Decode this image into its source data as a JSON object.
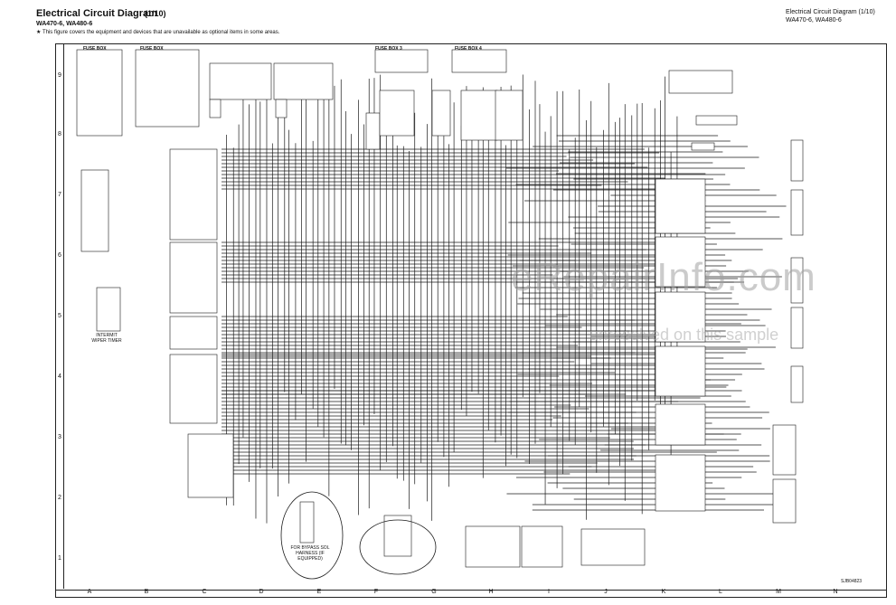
{
  "header": {
    "title": "Electrical Circuit Diagram",
    "page": "(1/10)",
    "models": "WA470-6, WA480-6",
    "note": "★  This figure covers the equipment and devices that are unavailable as optional items in some areas.",
    "right_title": "Electrical Circuit Diagram (1/10)",
    "right_models": "WA470-6, WA480-6"
  },
  "grid": {
    "rows": [
      "9",
      "8",
      "7",
      "6",
      "5",
      "4",
      "3",
      "2",
      "1"
    ],
    "columns": [
      "A",
      "B",
      "C",
      "D",
      "E",
      "F",
      "G",
      "H",
      "I",
      "J",
      "K",
      "L",
      "M",
      "N"
    ]
  },
  "labels": {
    "fuse_box_1": "FUSE BOX",
    "fuse_box_2": "FUSE BOX",
    "fuse_box_3": "FUSE BOX 3",
    "fuse_box_4": "FUSE BOX 4",
    "bypass_note": "FOR BYPASS SOL HARNESS (IF EQUIPPED)",
    "intermittent_wiper": "INTERMIT WIPER TIMER",
    "drawing_code": "SJB04823"
  },
  "watermark": {
    "main": "eRepairInfo.com",
    "sub": "unresolved on this sample"
  },
  "colors": {
    "line": "#1a1a1a",
    "background": "#ffffff",
    "watermark": "#a0a0a0"
  }
}
